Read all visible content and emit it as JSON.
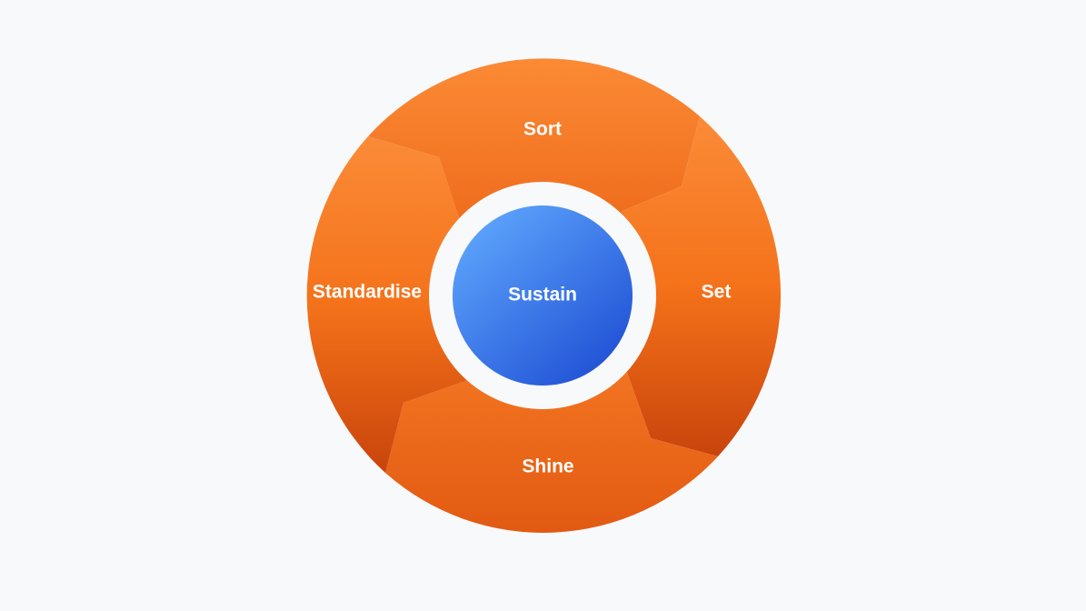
{
  "diagram": {
    "center_label": "Sustain",
    "segments": [
      {
        "label": "Sort"
      },
      {
        "label": "Set"
      },
      {
        "label": "Shine"
      },
      {
        "label": "Standardise"
      }
    ]
  },
  "colors": {
    "background": "#f8f9fb",
    "segment_orange_light": "#fb8c38",
    "segment_orange_dark": "#d2480c",
    "center_blue_light": "#5ba2fb",
    "center_blue_dark": "#2253d6",
    "ring": "#f8f9fb"
  }
}
